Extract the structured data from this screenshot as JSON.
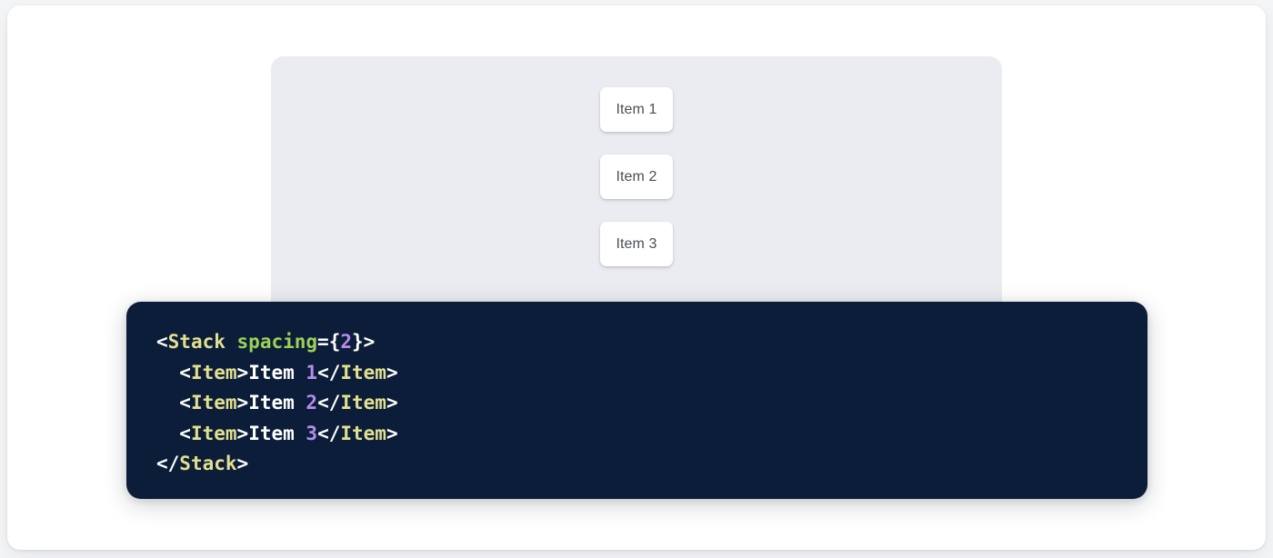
{
  "preview": {
    "panel_name": "stack-preview-panel",
    "background_color": "#eaecf1",
    "items": [
      {
        "label": "Item 1"
      },
      {
        "label": "Item 2"
      },
      {
        "label": "Item 3"
      }
    ]
  },
  "code": {
    "language": "jsx",
    "background_color": "#0c1d39",
    "colors": {
      "punctuation": "#ffffff",
      "tag": "#e2e08f",
      "attribute": "#9bd157",
      "number": "#b68cef",
      "text": "#ffffff"
    },
    "lines": [
      {
        "indent": "",
        "tokens": [
          {
            "type": "punct",
            "text": "<"
          },
          {
            "type": "tag",
            "text": "Stack"
          },
          {
            "type": "text",
            "text": " "
          },
          {
            "type": "attr",
            "text": "spacing"
          },
          {
            "type": "punct",
            "text": "={"
          },
          {
            "type": "num",
            "text": "2"
          },
          {
            "type": "punct",
            "text": "}>"
          }
        ]
      },
      {
        "indent": "  ",
        "tokens": [
          {
            "type": "punct",
            "text": "<"
          },
          {
            "type": "tag",
            "text": "Item"
          },
          {
            "type": "punct",
            "text": ">"
          },
          {
            "type": "text",
            "text": "Item "
          },
          {
            "type": "num",
            "text": "1"
          },
          {
            "type": "punct",
            "text": "</"
          },
          {
            "type": "tag",
            "text": "Item"
          },
          {
            "type": "punct",
            "text": ">"
          }
        ]
      },
      {
        "indent": "  ",
        "tokens": [
          {
            "type": "punct",
            "text": "<"
          },
          {
            "type": "tag",
            "text": "Item"
          },
          {
            "type": "punct",
            "text": ">"
          },
          {
            "type": "text",
            "text": "Item "
          },
          {
            "type": "num",
            "text": "2"
          },
          {
            "type": "punct",
            "text": "</"
          },
          {
            "type": "tag",
            "text": "Item"
          },
          {
            "type": "punct",
            "text": ">"
          }
        ]
      },
      {
        "indent": "  ",
        "tokens": [
          {
            "type": "punct",
            "text": "<"
          },
          {
            "type": "tag",
            "text": "Item"
          },
          {
            "type": "punct",
            "text": ">"
          },
          {
            "type": "text",
            "text": "Item "
          },
          {
            "type": "num",
            "text": "3"
          },
          {
            "type": "punct",
            "text": "</"
          },
          {
            "type": "tag",
            "text": "Item"
          },
          {
            "type": "punct",
            "text": ">"
          }
        ]
      },
      {
        "indent": "",
        "tokens": [
          {
            "type": "punct",
            "text": "</"
          },
          {
            "type": "tag",
            "text": "Stack"
          },
          {
            "type": "punct",
            "text": ">"
          }
        ]
      }
    ]
  }
}
